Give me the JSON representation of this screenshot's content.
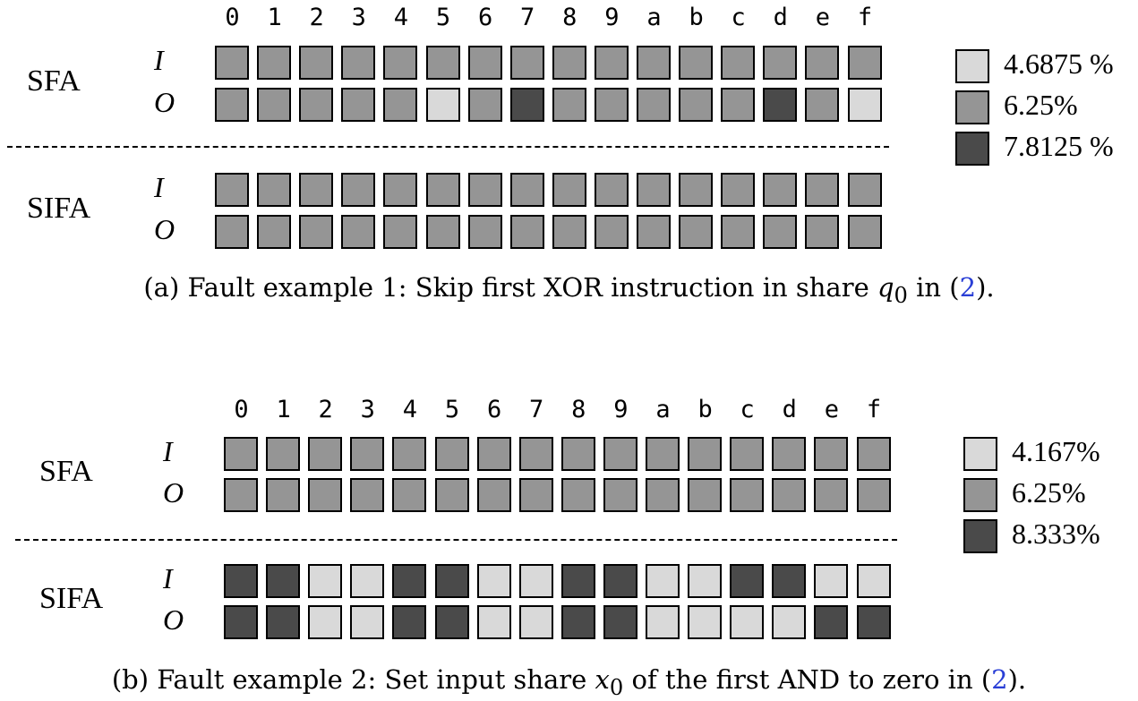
{
  "colors": {
    "light": "#d9d9d9",
    "mid": "#959595",
    "dark": "#4a4a4a"
  },
  "panels": [
    {
      "id": "a",
      "hex_labels": [
        "0",
        "1",
        "2",
        "3",
        "4",
        "5",
        "6",
        "7",
        "8",
        "9",
        "a",
        "b",
        "c",
        "d",
        "e",
        "f"
      ],
      "groups": [
        {
          "label": "SFA",
          "rows": [
            {
              "label": "I",
              "values": [
                "mid",
                "mid",
                "mid",
                "mid",
                "mid",
                "mid",
                "mid",
                "mid",
                "mid",
                "mid",
                "mid",
                "mid",
                "mid",
                "mid",
                "mid",
                "mid"
              ]
            },
            {
              "label": "O",
              "values": [
                "mid",
                "mid",
                "mid",
                "mid",
                "mid",
                "light",
                "mid",
                "dark",
                "mid",
                "mid",
                "mid",
                "mid",
                "mid",
                "dark",
                "mid",
                "light"
              ]
            }
          ]
        },
        {
          "label": "SIFA",
          "rows": [
            {
              "label": "I",
              "values": [
                "mid",
                "mid",
                "mid",
                "mid",
                "mid",
                "mid",
                "mid",
                "mid",
                "mid",
                "mid",
                "mid",
                "mid",
                "mid",
                "mid",
                "mid",
                "mid"
              ]
            },
            {
              "label": "O",
              "values": [
                "mid",
                "mid",
                "mid",
                "mid",
                "mid",
                "mid",
                "mid",
                "mid",
                "mid",
                "mid",
                "mid",
                "mid",
                "mid",
                "mid",
                "mid",
                "mid"
              ]
            }
          ]
        }
      ],
      "legend": [
        {
          "key": "light",
          "label": "4.6875 %"
        },
        {
          "key": "mid",
          "label": "6.25%"
        },
        {
          "key": "dark",
          "label": "7.8125 %"
        }
      ],
      "caption": {
        "before": "(a) Fault example 1: Skip first XOR instruction in share ",
        "var": "q",
        "sub": "0",
        "mid": " in (",
        "ref": "2",
        "after": ")."
      }
    },
    {
      "id": "b",
      "hex_labels": [
        "0",
        "1",
        "2",
        "3",
        "4",
        "5",
        "6",
        "7",
        "8",
        "9",
        "a",
        "b",
        "c",
        "d",
        "e",
        "f"
      ],
      "groups": [
        {
          "label": "SFA",
          "rows": [
            {
              "label": "I",
              "values": [
                "mid",
                "mid",
                "mid",
                "mid",
                "mid",
                "mid",
                "mid",
                "mid",
                "mid",
                "mid",
                "mid",
                "mid",
                "mid",
                "mid",
                "mid",
                "mid"
              ]
            },
            {
              "label": "O",
              "values": [
                "mid",
                "mid",
                "mid",
                "mid",
                "mid",
                "mid",
                "mid",
                "mid",
                "mid",
                "mid",
                "mid",
                "mid",
                "mid",
                "mid",
                "mid",
                "mid"
              ]
            }
          ]
        },
        {
          "label": "SIFA",
          "rows": [
            {
              "label": "I",
              "values": [
                "dark",
                "dark",
                "light",
                "light",
                "dark",
                "dark",
                "light",
                "light",
                "dark",
                "dark",
                "light",
                "light",
                "dark",
                "dark",
                "light",
                "light"
              ]
            },
            {
              "label": "O",
              "values": [
                "dark",
                "dark",
                "light",
                "light",
                "dark",
                "dark",
                "light",
                "light",
                "dark",
                "dark",
                "light",
                "light",
                "light",
                "light",
                "dark",
                "dark"
              ]
            }
          ]
        }
      ],
      "legend": [
        {
          "key": "light",
          "label": "4.167%"
        },
        {
          "key": "mid",
          "label": "6.25%"
        },
        {
          "key": "dark",
          "label": "8.333%"
        }
      ],
      "caption": {
        "before": "(b) Fault example 2: Set input share ",
        "var": "x",
        "sub": "0",
        "mid": " of the first AND to zero in (",
        "ref": "2",
        "after": ")."
      }
    }
  ]
}
